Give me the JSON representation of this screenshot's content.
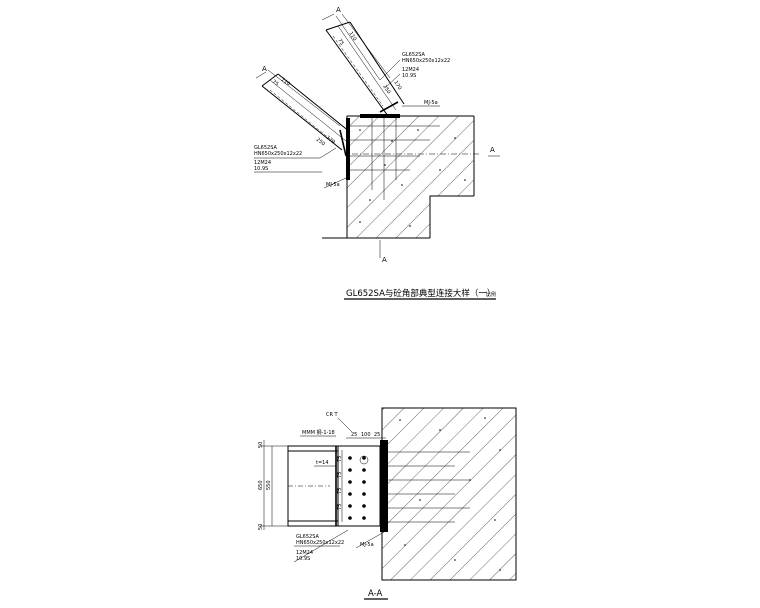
{
  "drawing": {
    "detail_title": "GL652SA与砼角部典型连接大样（一）",
    "detail_title_scale": "比例",
    "section_title": "A-A",
    "section_mark": "A",
    "labels": {
      "beam_code_a": "GL652SA",
      "beam_size_a": "HN650x250x12x22",
      "bolts_a": "12M24",
      "bolts_a_grade": "10.9S",
      "beam_code_b": "GL652SA",
      "beam_size_b": "HN650x250x12x22",
      "bolts_b": "12M24",
      "bolts_b_grade": "10.9S",
      "embed_a": "MJ-5a",
      "embed_b": "MJ-5a",
      "plate": "t=14",
      "weld": "CR T",
      "sec_beam_code": "GL652SA",
      "sec_beam_size": "HN650x250x12x22",
      "sec_bolts": "12M24",
      "sec_bolts_grade": "10.9S",
      "sec_embed": "MJ-5a",
      "sec_top_note": "MMM 钢-1-18",
      "dim_a": "250",
      "dim_b": "170",
      "dim_c": "110",
      "dim_d": "75",
      "dim_e": "100",
      "dim_f": "75",
      "dim_g": "25",
      "dim_h": "550",
      "dim_i": "650",
      "dim_j": "50"
    }
  }
}
